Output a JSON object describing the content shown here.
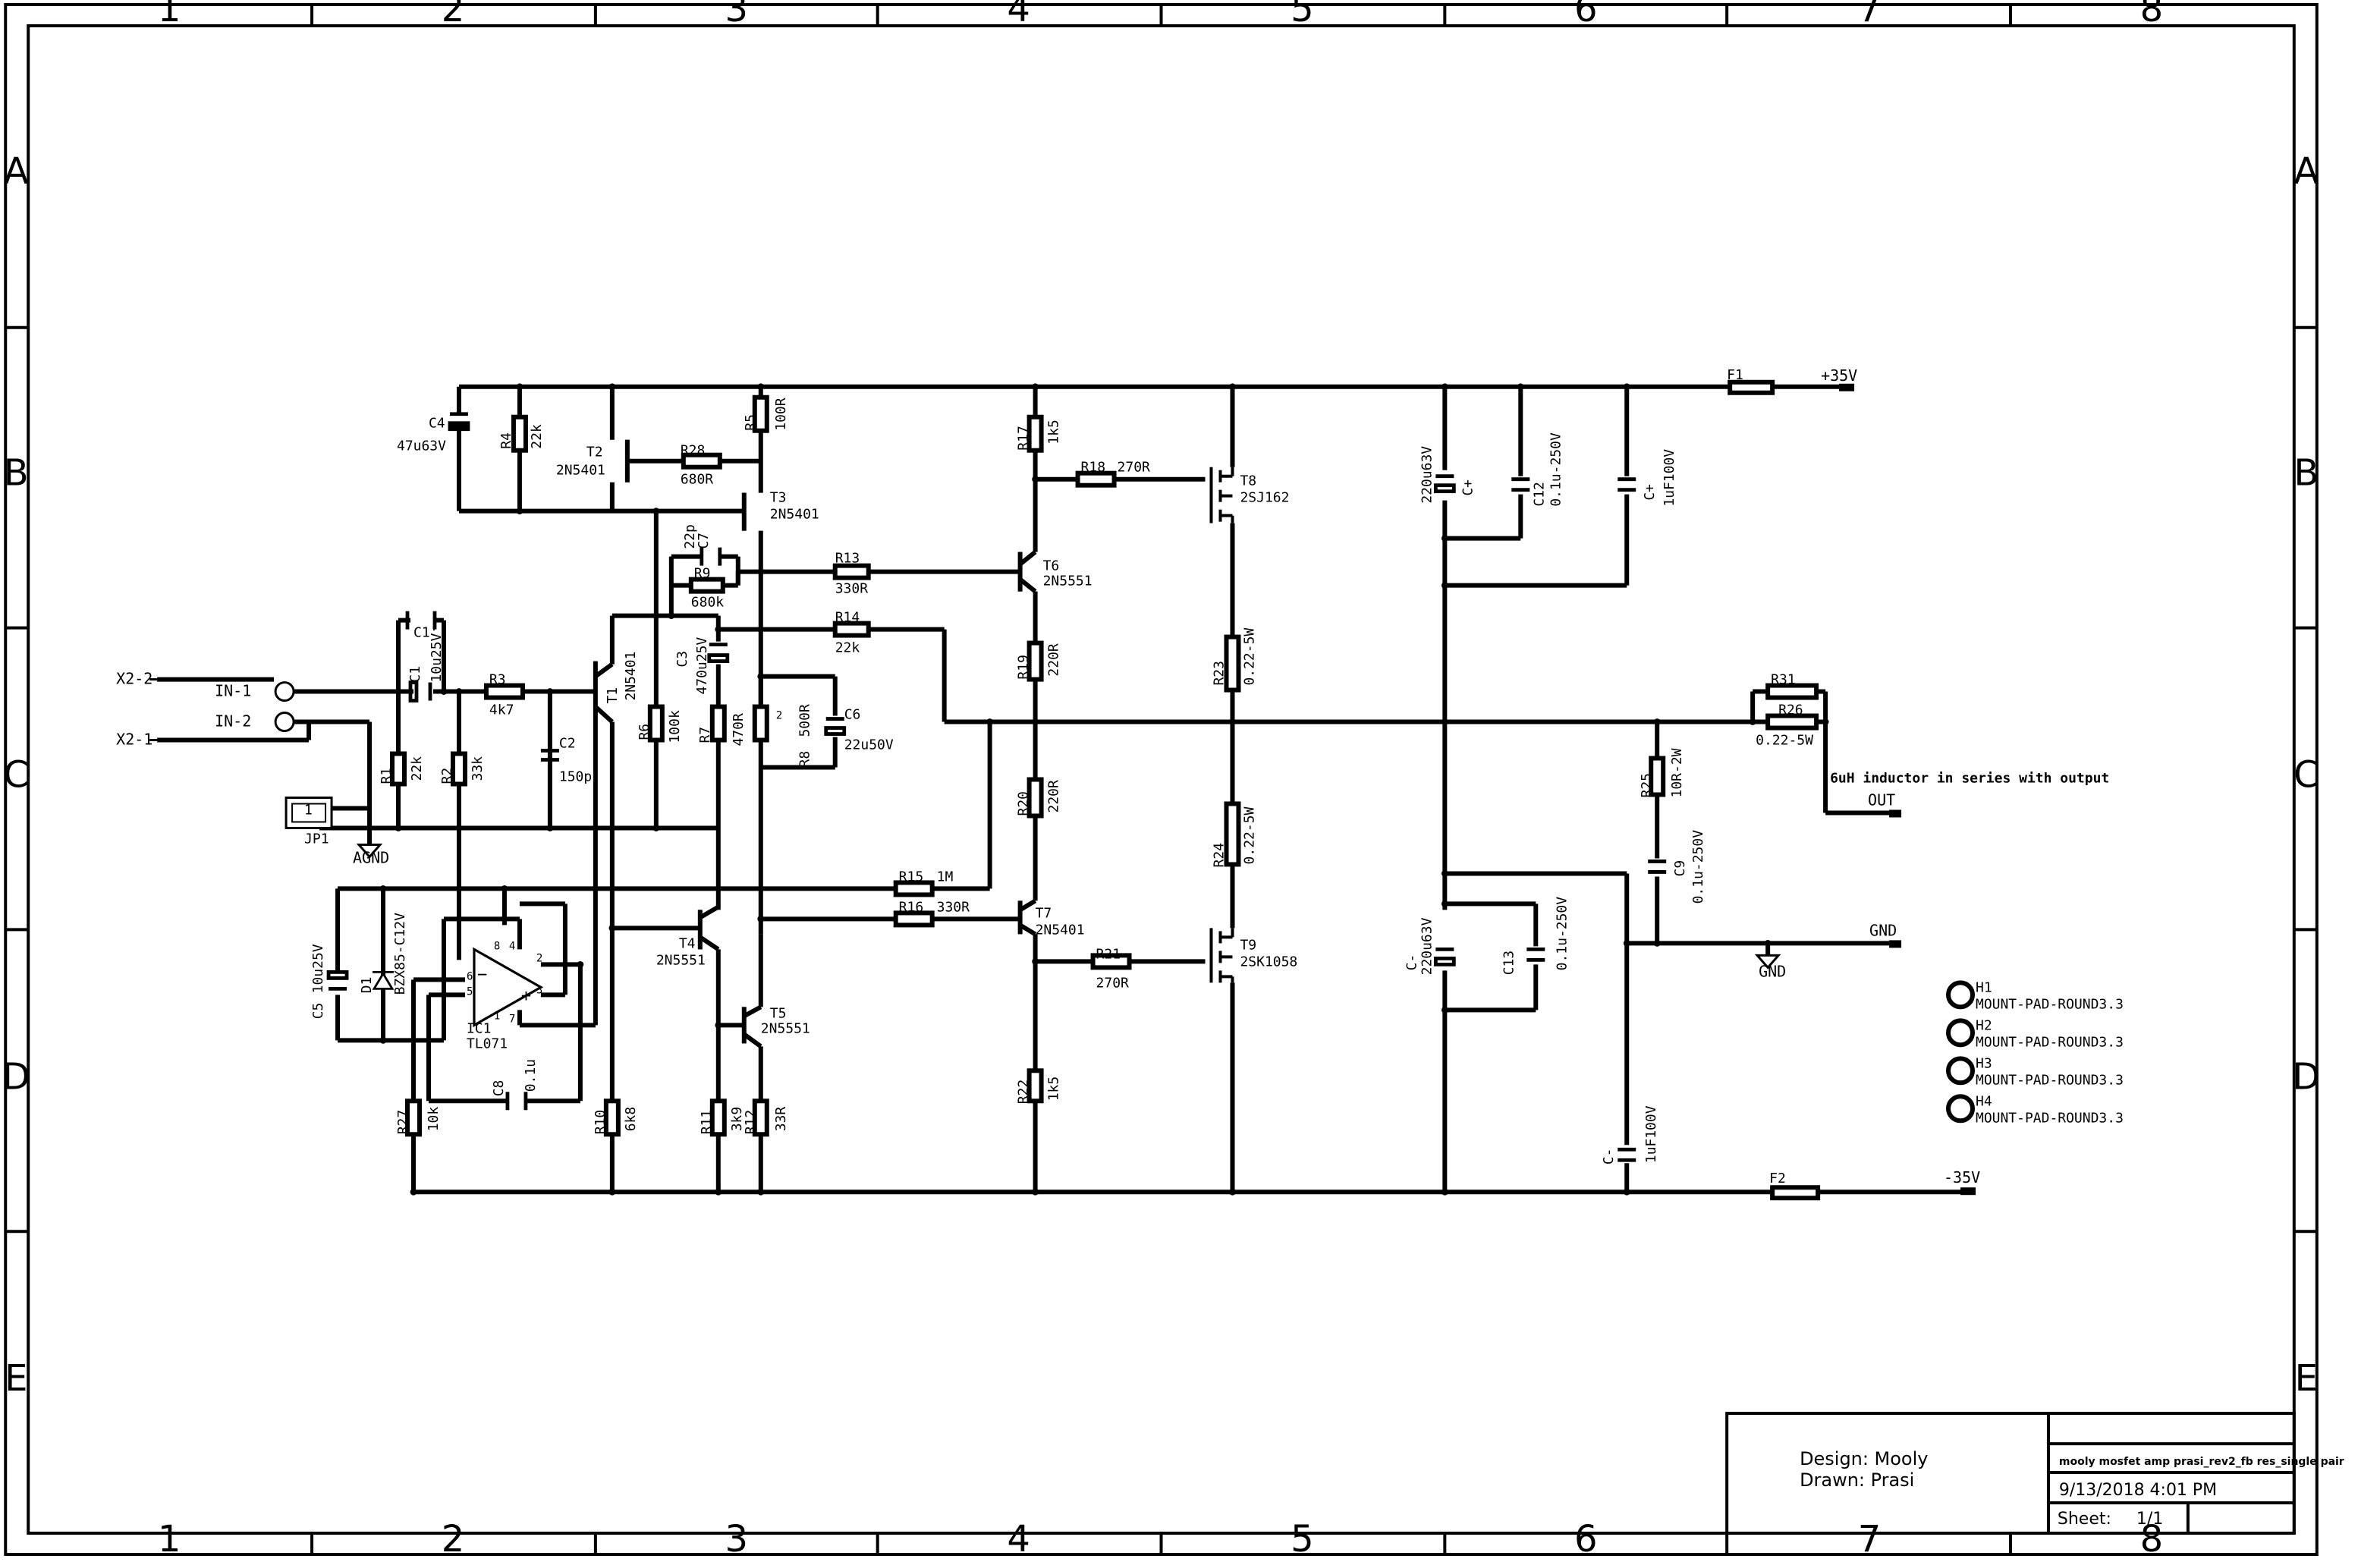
{
  "frame": {
    "columns": [
      "1",
      "2",
      "3",
      "4",
      "5",
      "6",
      "7",
      "8"
    ],
    "rows": [
      "A",
      "B",
      "C",
      "D",
      "E"
    ]
  },
  "title_block": {
    "design": "Design: Mooly",
    "drawn": "Drawn: Prasi",
    "project": "mooly mosfet amp prasi_rev2_fb res_single pair",
    "date": "9/13/2018 4:01 PM",
    "sheet_label": "Sheet:",
    "sheet_value": "1/1"
  },
  "nets": {
    "vpos": "+35V",
    "vneg": "-35V",
    "out": "OUT",
    "gnd": "GND",
    "agnd": "AGND",
    "in1": "IN-1",
    "in2": "IN-2",
    "x22": "X2-2",
    "x21": "X2-1"
  },
  "note": "6uH inductor in series with output",
  "parts": {
    "c4": [
      "C4",
      "47u63V"
    ],
    "r4": [
      "R4",
      "22k"
    ],
    "t2": [
      "T2",
      "2N5401"
    ],
    "r28": [
      "R28",
      "680R"
    ],
    "r5": [
      "R5",
      "100R"
    ],
    "t3": [
      "T3",
      "2N5401"
    ],
    "c7": [
      "C7",
      "22p"
    ],
    "r9": [
      "R9",
      "680k"
    ],
    "r13": [
      "R13",
      "330R"
    ],
    "r14": [
      "R14",
      "22k"
    ],
    "r17": [
      "R17",
      "1k5"
    ],
    "r18": [
      "R18",
      "270R"
    ],
    "t8": [
      "T8",
      "2SJ162"
    ],
    "t6": [
      "T6",
      "2N5551"
    ],
    "r19": [
      "R19",
      "220R"
    ],
    "r23": [
      "R23",
      "0.22-5W"
    ],
    "c1": [
      "C1",
      "10u25V"
    ],
    "c1p": [
      "C1'"
    ],
    "r3": [
      "R3",
      "4k7"
    ],
    "t1": [
      "T1",
      "2N5401"
    ],
    "c3": [
      "C3",
      "470u25V"
    ],
    "r6": [
      "R6",
      "100k"
    ],
    "r7": [
      "R7",
      "470R"
    ],
    "r8": [
      "R8",
      "500R"
    ],
    "c6": [
      "C6",
      "22u50V"
    ],
    "r1": [
      "R1",
      "22k"
    ],
    "r2": [
      "R2",
      "33k"
    ],
    "c2": [
      "C2",
      "150p"
    ],
    "jp1": [
      "JP1"
    ],
    "r20": [
      "R20",
      "220R"
    ],
    "r24": [
      "R24",
      "0.22-5W"
    ],
    "r15": [
      "R15",
      "1M"
    ],
    "r16": [
      "R16",
      "330R"
    ],
    "t7": [
      "T7",
      "2N5401"
    ],
    "r21": [
      "R21",
      "270R"
    ],
    "t9": [
      "T9",
      "2SK1058"
    ],
    "t4": [
      "T4",
      "2N5551"
    ],
    "t5": [
      "T5",
      "2N5551"
    ],
    "c5": [
      "C5",
      "10u25V"
    ],
    "d1": [
      "D1",
      "BZX85-C12V"
    ],
    "ic1": [
      "IC1",
      "TL071"
    ],
    "c8": [
      "C8",
      "0.1u"
    ],
    "r27": [
      "R27",
      "10k"
    ],
    "r10": [
      "R10",
      "6k8"
    ],
    "r11": [
      "R11",
      "3k9"
    ],
    "r12": [
      "R12",
      "33R"
    ],
    "r22": [
      "R22",
      "1k5"
    ],
    "f1": [
      "F1"
    ],
    "f2": [
      "F2"
    ],
    "cp1": [
      "C+",
      "220u63V"
    ],
    "c12": [
      "C12",
      "0.1u-250V"
    ],
    "cp2": [
      "C+",
      "1uF100V"
    ],
    "r31": [
      "R31"
    ],
    "r26": [
      "R26",
      "0.22-5W"
    ],
    "r25": [
      "R25",
      "10R-2W"
    ],
    "c9": [
      "C9",
      "0.1u-250V"
    ],
    "cn1": [
      "C-",
      "220u63V"
    ],
    "c13": [
      "C13",
      "0.1u-250V"
    ],
    "cn2": [
      "C-",
      "1uF100V"
    ],
    "h1": [
      "H1",
      "MOUNT-PAD-ROUND3.3"
    ],
    "h2": [
      "H2",
      "MOUNT-PAD-ROUND3.3"
    ],
    "h3": [
      "H3",
      "MOUNT-PAD-ROUND3.3"
    ],
    "h4": [
      "H4",
      "MOUNT-PAD-ROUND3.3"
    ]
  },
  "pins": {
    "p1": "1",
    "p2": "2",
    "p3": "3",
    "p4": "4",
    "p5": "5",
    "p6": "6",
    "p7": "7",
    "p8": "8"
  }
}
